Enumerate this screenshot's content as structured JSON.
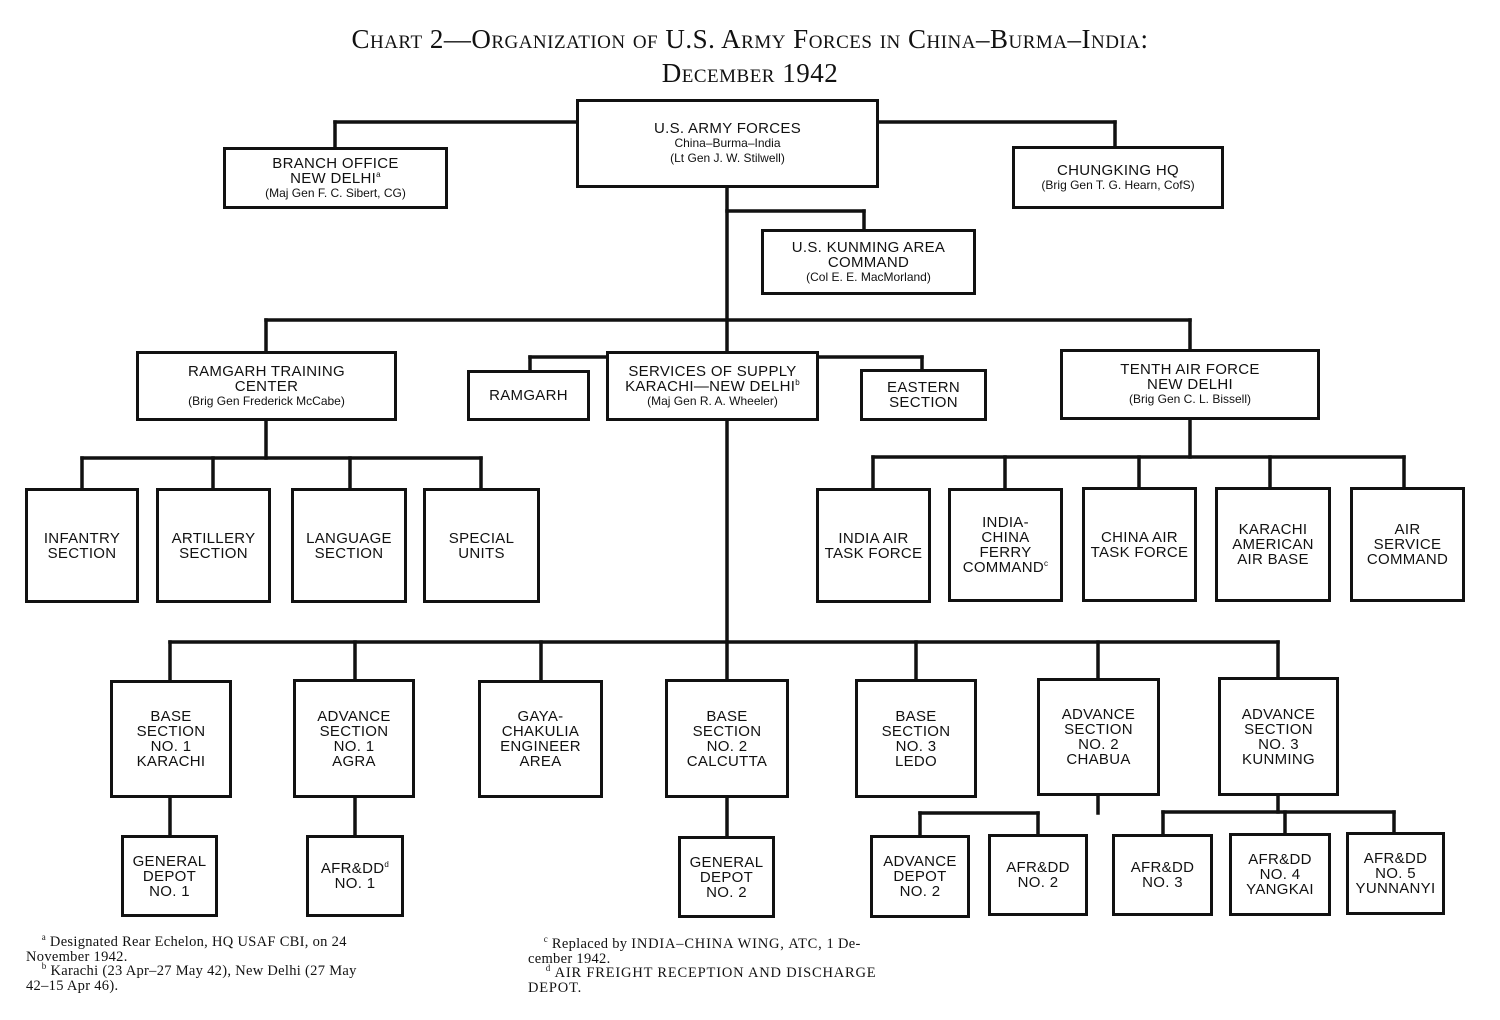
{
  "title": {
    "line1": "Chart 2—Organization of U.S. Army Forces in China–Burma–India:",
    "line2": "December 1942"
  },
  "boxes": {
    "hq": {
      "lines": [
        "U.S. ARMY FORCES"
      ],
      "subs": [
        "China–Burma–India",
        "(Lt Gen J. W. Stilwell)"
      ]
    },
    "branch": {
      "lines": [
        "BRANCH OFFICE",
        "NEW DELHI"
      ],
      "mark": "a",
      "subs": [
        "(Maj Gen F. C. Sibert, CG)"
      ]
    },
    "chungking": {
      "lines": [
        "CHUNGKING HQ"
      ],
      "subs": [
        "(Brig Gen T. G. Hearn, CofS)"
      ]
    },
    "kunming_area": {
      "lines": [
        "U.S. KUNMING AREA",
        "COMMAND"
      ],
      "subs": [
        "(Col E. E. MacMorland)"
      ]
    },
    "ramgarh_tc": {
      "lines": [
        "RAMGARH TRAINING",
        "CENTER"
      ],
      "subs": [
        "(Brig Gen Frederick McCabe)"
      ]
    },
    "ramgarh": {
      "lines": [
        "RAMGARH"
      ]
    },
    "sos": {
      "lines": [
        "SERVICES OF SUPPLY"
      ],
      "line2": "KARACHI—NEW DELHI",
      "mark": "b",
      "subs": [
        "(Maj Gen R. A. Wheeler)"
      ]
    },
    "eastern": {
      "lines": [
        "EASTERN",
        "SECTION"
      ]
    },
    "tenth_af": {
      "lines": [
        "TENTH AIR FORCE",
        "NEW DELHI"
      ],
      "subs": [
        "(Brig Gen C. L. Bissell)"
      ]
    },
    "infantry": {
      "lines": [
        "INFANTRY",
        "SECTION"
      ]
    },
    "artillery": {
      "lines": [
        "ARTILLERY",
        "SECTION"
      ]
    },
    "language": {
      "lines": [
        "LANGUAGE",
        "SECTION"
      ]
    },
    "special": {
      "lines": [
        "SPECIAL",
        "UNITS"
      ]
    },
    "india_air": {
      "lines": [
        "INDIA AIR",
        "TASK FORCE"
      ]
    },
    "ferry": {
      "lines": [
        "INDIA-",
        "CHINA",
        "FERRY"
      ],
      "last": "COMMAND",
      "mark": "c"
    },
    "china_air": {
      "lines": [
        "CHINA AIR",
        "TASK FORCE"
      ]
    },
    "karachi_base": {
      "lines": [
        "KARACHI",
        "AMERICAN",
        "AIR BASE"
      ]
    },
    "air_service": {
      "lines": [
        "AIR",
        "SERVICE",
        "COMMAND"
      ]
    },
    "base1": {
      "lines": [
        "BASE",
        "SECTION",
        "NO. 1",
        "KARACHI"
      ]
    },
    "adv1": {
      "lines": [
        "ADVANCE",
        "SECTION",
        "NO. 1",
        "AGRA"
      ]
    },
    "gaya": {
      "lines": [
        "GAYA-",
        "CHAKULIA",
        "ENGINEER",
        "AREA"
      ]
    },
    "base2": {
      "lines": [
        "BASE",
        "SECTION",
        "NO. 2",
        "CALCUTTA"
      ]
    },
    "base3": {
      "lines": [
        "BASE",
        "SECTION",
        "NO. 3",
        "LEDO"
      ]
    },
    "adv2": {
      "lines": [
        "ADVANCE",
        "SECTION",
        "NO. 2",
        "CHABUA"
      ]
    },
    "adv3": {
      "lines": [
        "ADVANCE",
        "SECTION",
        "NO. 3",
        "KUNMING"
      ]
    },
    "gd1": {
      "lines": [
        "GENERAL",
        "DEPOT",
        "NO. 1"
      ]
    },
    "afrdd1": {
      "first": "AFR&DD",
      "mark": "d",
      "lines": [
        "NO. 1"
      ]
    },
    "gd2": {
      "lines": [
        "GENERAL",
        "DEPOT",
        "NO. 2"
      ]
    },
    "advdepot2": {
      "lines": [
        "ADVANCE",
        "DEPOT",
        "NO. 2"
      ]
    },
    "afrdd2": {
      "lines": [
        "AFR&DD",
        "NO. 2"
      ]
    },
    "afrdd3": {
      "lines": [
        "AFR&DD",
        "NO. 3"
      ]
    },
    "afrdd4": {
      "lines": [
        "AFR&DD",
        "NO. 4",
        "YANGKAI"
      ]
    },
    "afrdd5": {
      "lines": [
        "AFR&DD",
        "NO. 5",
        "YUNNANYI"
      ]
    }
  },
  "footnotes": {
    "a": {
      "mark": "a",
      "line1": " Designated Rear Echelon, HQ USAF CBI, on 24",
      "line2": "November 1942."
    },
    "b": {
      "mark": "b",
      "line1": " Karachi (23 Apr–27 May 42), New Delhi (27 May",
      "line2": "42–15 Apr 46)."
    },
    "c": {
      "mark": "c",
      "line1a": " Replaced by ",
      "line1b": "INDIA–CHINA WING, ATC,",
      "line1c": " 1 De-",
      "line2": "cember 1942."
    },
    "d": {
      "mark": "d",
      "line1": " AIR FREIGHT RECEPTION AND DISCHARGE",
      "line2": "DEPOT."
    }
  }
}
